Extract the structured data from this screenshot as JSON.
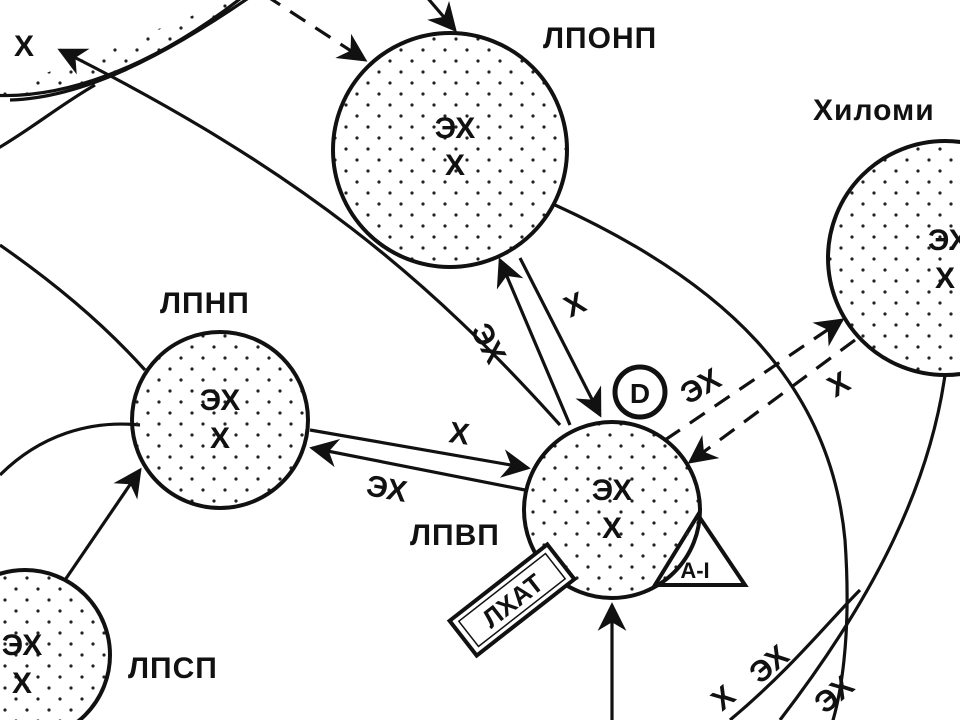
{
  "nodes": {
    "lponp": {
      "label": "ЛПОНП",
      "lines": [
        "ЭХ",
        "Х"
      ]
    },
    "chylomicron": {
      "label": "Хиломи",
      "lines": [
        "ЭХ",
        "Х"
      ]
    },
    "lpnp": {
      "label": "ЛПНП",
      "lines": [
        "ЭХ",
        "Х"
      ]
    },
    "lpvp": {
      "label": "ЛПВП",
      "lines": [
        "ЭХ",
        "Х"
      ]
    },
    "lpsp": {
      "label": "ЛПСП",
      "lines": [
        "ЭХ",
        "Х"
      ]
    },
    "topleft": {
      "lines": [
        "Х"
      ]
    }
  },
  "badges": {
    "d": "D",
    "a": "A-I",
    "lhat": "ЛХАТ"
  },
  "edge_labels": {
    "lponp_x": "Х",
    "lponp_ex": "ЭХ",
    "chylo_ex": "ЭХ",
    "chylo_x": "Х",
    "lpnp_x": "Х",
    "lpnp_ex": "ЭХ",
    "bottom_ex": "ЭХ",
    "bottom_x": "Х",
    "bottom_ex2": "ЭХ"
  }
}
